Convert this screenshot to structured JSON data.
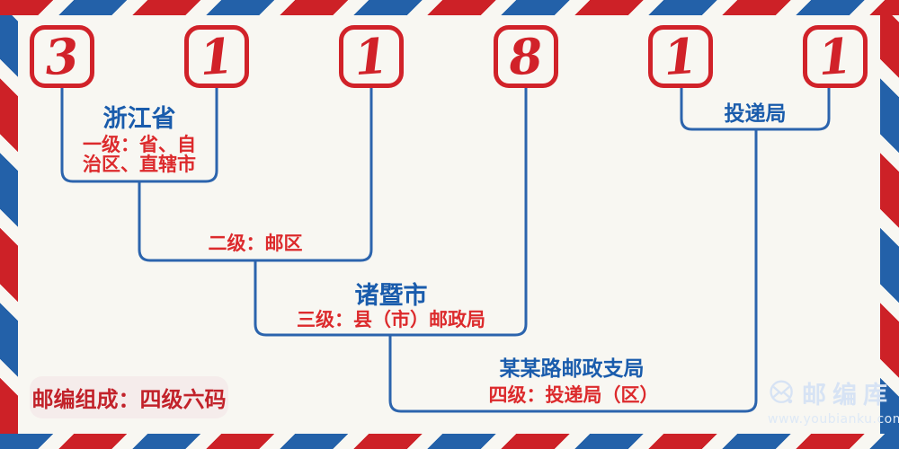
{
  "postal_code": {
    "full": "311811",
    "digits": [
      "3",
      "1",
      "1",
      "8",
      "1",
      "1"
    ]
  },
  "levels": [
    {
      "name": "浙江省",
      "desc_lines": [
        "一级：省、自",
        "治区、直辖市"
      ]
    },
    {
      "desc": "二级：邮区"
    },
    {
      "name": "诸暨市",
      "desc": "三级：县（市）邮政局"
    },
    {
      "name": "某某路邮政支局",
      "desc": "四级：投递局（区）"
    },
    {
      "name": "投递局"
    }
  ],
  "badge": {
    "text": "邮编组成：四级六码"
  },
  "watermark": {
    "brand": "邮编库",
    "url": "www.youbianku.com"
  },
  "colors": {
    "stripe_red": "#cd2127",
    "stripe_blue": "#2361a9",
    "box_red": "#d12229",
    "connector_blue": "#2c64ad",
    "text_blue": "#1a5cac",
    "text_red": "#dc2a2c",
    "badge_bg": "#f5eceb",
    "badge_text": "#c2222a",
    "watermark_blue": "#d7e3f4",
    "background": "#f8f7f2"
  }
}
